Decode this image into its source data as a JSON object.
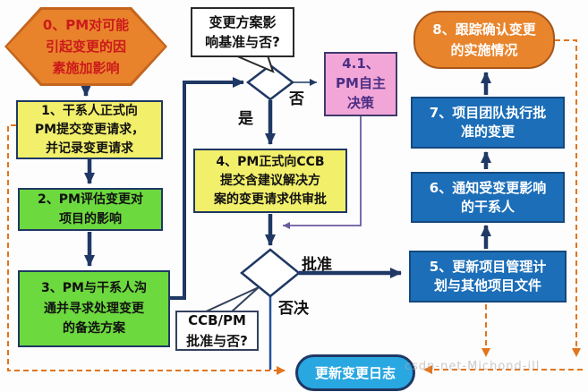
{
  "nodes": {
    "hexagon0": {
      "text": "0、PM对可能\n引起变更的因\n素施加影响"
    },
    "box1": {
      "text": "1、干系人正式向\nPM提交变更请求，\n并记录变更请求"
    },
    "box2": {
      "text": "2、PM评估变更对\n项目的影响"
    },
    "box3": {
      "text": "3、PM与干系人沟\n通并寻求处理变更\n的备选方案"
    },
    "calloutA": {
      "text": "变更方案影\n响基准与否?"
    },
    "box41": {
      "text": "4.1、\nPM自主\n决策"
    },
    "box4": {
      "text": "4、PM正式向CCB\n提交含建议解决方\n案的变更请求供审批"
    },
    "calloutB": {
      "text": "CCB/PM\n批准与否?"
    },
    "pill": {
      "text": "更新变更日志"
    },
    "box8": {
      "text": "8、跟踪确认变更\n的实施情况"
    },
    "box7": {
      "text": "7、项目团队执行批\n准的变更"
    },
    "box6": {
      "text": "6、通知受变更影响\n的干系人"
    },
    "box5": {
      "text": "5、更新项目管理计\n划与其他项目文件"
    }
  },
  "labels": {
    "yes": "是",
    "no": "否",
    "approve": "批准",
    "reject": "否决"
  },
  "watermark": "csdn-net-Michond-ill",
  "colors": {
    "hexagon_fill": "#E8832C",
    "hexagon_text": "#CC1A1A",
    "yellow_box": "#F2EF6B",
    "green_box": "#6CD93E",
    "pink_box": "#F2A6D8",
    "blue_box": "#1C6EB8",
    "orange_round_box": "#E8842C",
    "pill_blue": "#29A7E1",
    "arrow_navy": "#1F3864",
    "dashed_orange": "#E2751D",
    "purple_line": "#6A5A9E"
  }
}
